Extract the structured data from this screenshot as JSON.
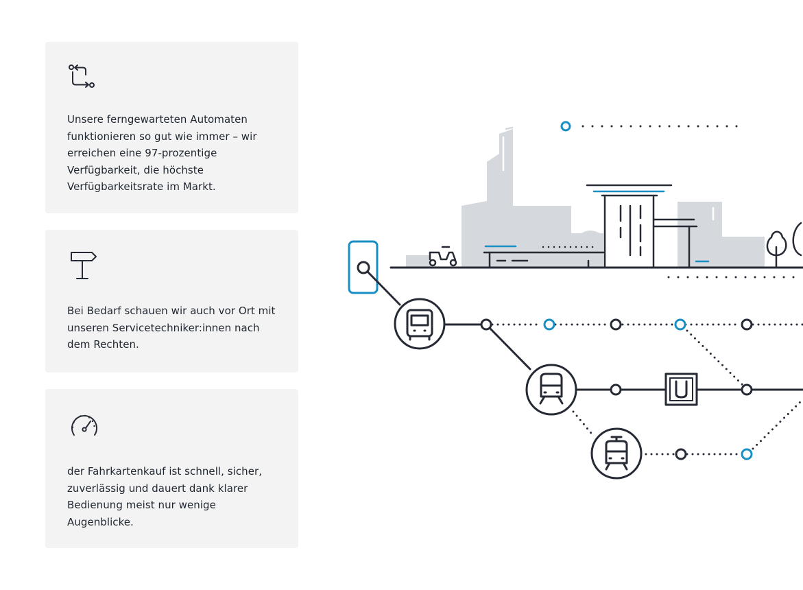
{
  "cards": [
    {
      "icon": "sync-arrows-icon",
      "text": "Unsere ferngewarteten Automaten funktionieren so gut wie immer – wir erreichen eine 97-prozentige Verfügbarkeit, die höchste Verfügbarkeitsrate im Markt."
    },
    {
      "icon": "signpost-icon",
      "text": "Bei Bedarf schauen wir auch vor Ort mit unseren Servicetechniker:innen nach dem Rechten."
    },
    {
      "icon": "speedometer-icon",
      "text": "der Fahrkartenkauf ist schnell, sicher, zuverlässig und dauert dank klarer Bedienung meist nur wenige Augenblicke."
    }
  ],
  "illustration": {
    "subway_sign": "U",
    "colors": {
      "accent": "#1a8fc3",
      "line": "#252a35",
      "building": "#d5d9dd",
      "card_bg": "#f3f3f3"
    },
    "icons": [
      "smartphone-icon",
      "bus-icon",
      "train-icon",
      "tram-icon",
      "scooter-icon",
      "tree-icon",
      "subway-sign-icon"
    ]
  }
}
